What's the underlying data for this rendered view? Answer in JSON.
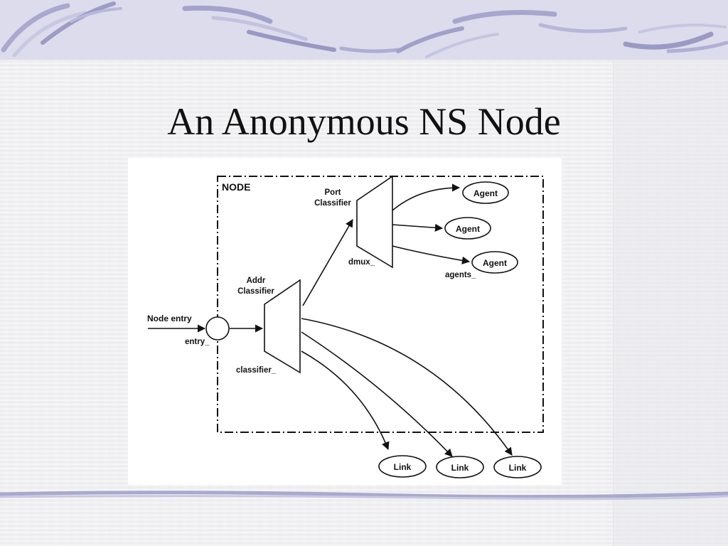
{
  "slide": {
    "title": "An Anonymous NS Node"
  },
  "diagram": {
    "node_label": "NODE",
    "node_entry": "Node entry",
    "entry_var": "entry_",
    "addr_classifier": [
      "Addr",
      "Classifier"
    ],
    "classifier_var": "classifier_",
    "port_classifier": [
      "Port",
      "Classifier"
    ],
    "dmux_var": "dmux_",
    "agents_var": "agents_",
    "agents": [
      "Agent",
      "Agent",
      "Agent"
    ],
    "links": [
      "Link",
      "Link",
      "Link"
    ]
  }
}
